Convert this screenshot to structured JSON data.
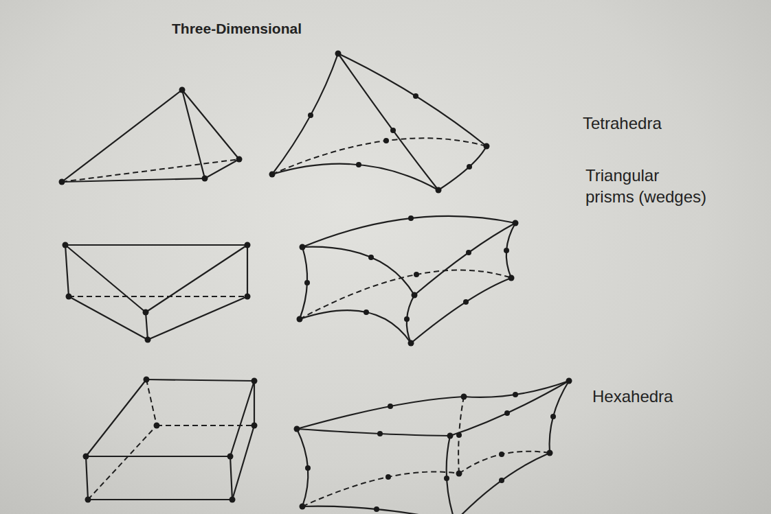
{
  "diagram": {
    "title": "Three-Dimensional",
    "labels": [
      "Tetrahedra",
      "Triangular prisms (wedges)",
      "Hexahedra"
    ]
  }
}
